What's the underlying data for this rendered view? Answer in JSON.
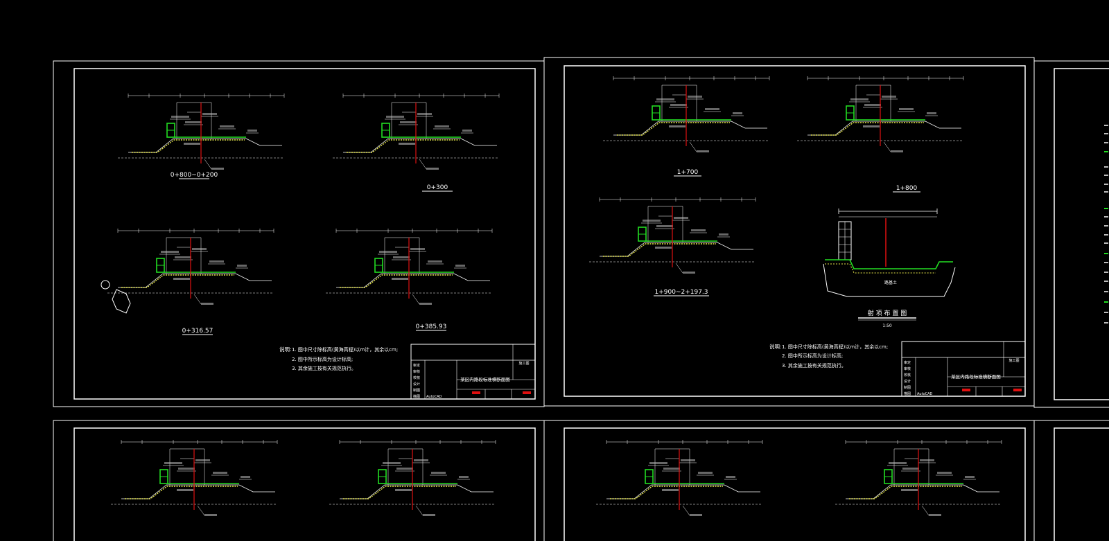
{
  "colors": {
    "background": "#000000",
    "line": "#ffffff",
    "accent_green": "#22dd22",
    "accent_red": "#e01010",
    "accent_yellow": "#e8e84a",
    "dim_text": "#bbbbbb"
  },
  "sheets": [
    {
      "sections": [
        {
          "label": "0+800~0+200"
        },
        {
          "label": "0+300"
        },
        {
          "label": "0+316.57"
        },
        {
          "label": "0+385.93"
        }
      ],
      "notes": {
        "heading": "说明:",
        "lines": [
          "1. 图中尺寸除标高(黄海高程)以m计，其余以cm;",
          "2. 图中所示标高为设计标高;",
          "3. 其余施工按有关规范执行。"
        ]
      },
      "titleblock": {
        "drawing_title": "某区内路段标准横断面图",
        "code": "施工图",
        "software": "AutoCAD",
        "rows": [
          "审定",
          "审核",
          "校核",
          "设计",
          "制图",
          "描图"
        ]
      }
    },
    {
      "sections": [
        {
          "label": "1+700"
        },
        {
          "label": "1+800"
        },
        {
          "label": "1+900~2+197.3"
        }
      ],
      "detail": {
        "title": "射 项 布 置 图",
        "scale": "1:50",
        "center_label": "路基土"
      },
      "notes": {
        "heading": "说明:",
        "lines": [
          "1. 图中尺寸除标高(黄海高程)以m计，其余以cm;",
          "2. 图中所示标高为设计标高;",
          "3. 其余施工按有关规范执行。"
        ]
      },
      "titleblock": {
        "drawing_title": "某区内路段标准横断面图",
        "code": "施工图",
        "software": "AutoCAD",
        "rows": [
          "审定",
          "审核",
          "校核",
          "设计",
          "制图",
          "描图"
        ]
      }
    }
  ]
}
